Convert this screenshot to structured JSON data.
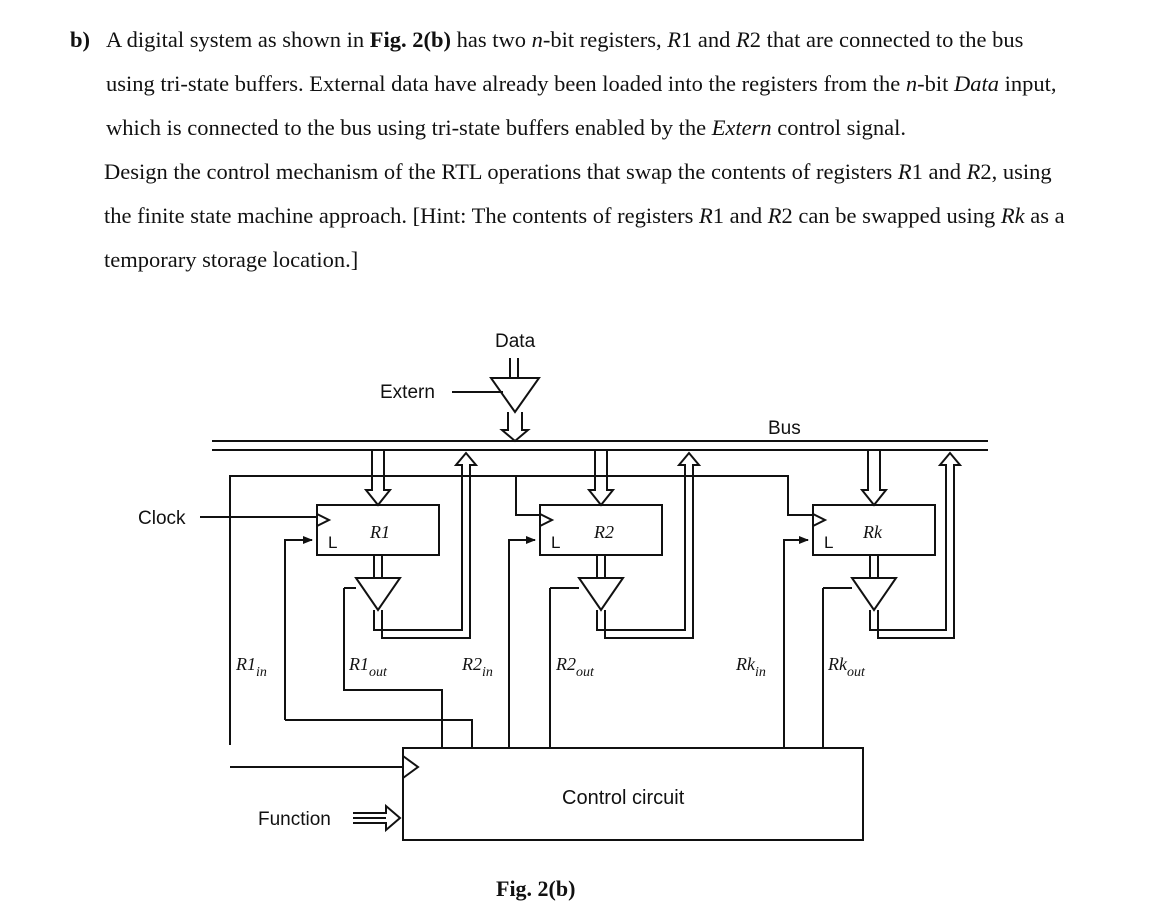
{
  "question": {
    "label": "b)",
    "para1_html": "A digital system as shown in <b>Fig. 2(b)</b> has two <i>n</i>-bit registers, <i>R</i>1 and <i>R</i>2 that are connected to the bus using tri-state buffers. External data have already been loaded into the registers from the <i>n</i>-bit <i>Data</i> input, which is connected to the bus using tri-state buffers enabled by the <i>Extern</i> control signal.",
    "para2_html": "Design the control mechanism of the RTL operations that swap the contents of registers <i>R</i>1 and <i>R</i>2, using the finite state machine approach. [Hint: The contents of registers <i>R</i>1 and <i>R</i>2 can be swapped using <i>Rk</i> as a temporary storage location.]"
  },
  "figure": {
    "data_label": "Data",
    "extern_label": "Extern",
    "bus_label": "Bus",
    "clock_label": "Clock",
    "function_label": "Function",
    "control_label": "Control circuit",
    "caption": "Fig. 2(b)",
    "load_label": "L",
    "registers": [
      {
        "name": "R1",
        "in_base": "R1",
        "in_sub": "in",
        "out_base": "R1",
        "out_sub": "out"
      },
      {
        "name": "R2",
        "in_base": "R2",
        "in_sub": "in",
        "out_base": "R2",
        "out_sub": "out"
      },
      {
        "name": "Rk",
        "in_base": "Rk",
        "in_sub": "in",
        "out_base": "Rk",
        "out_sub": "out"
      }
    ]
  }
}
